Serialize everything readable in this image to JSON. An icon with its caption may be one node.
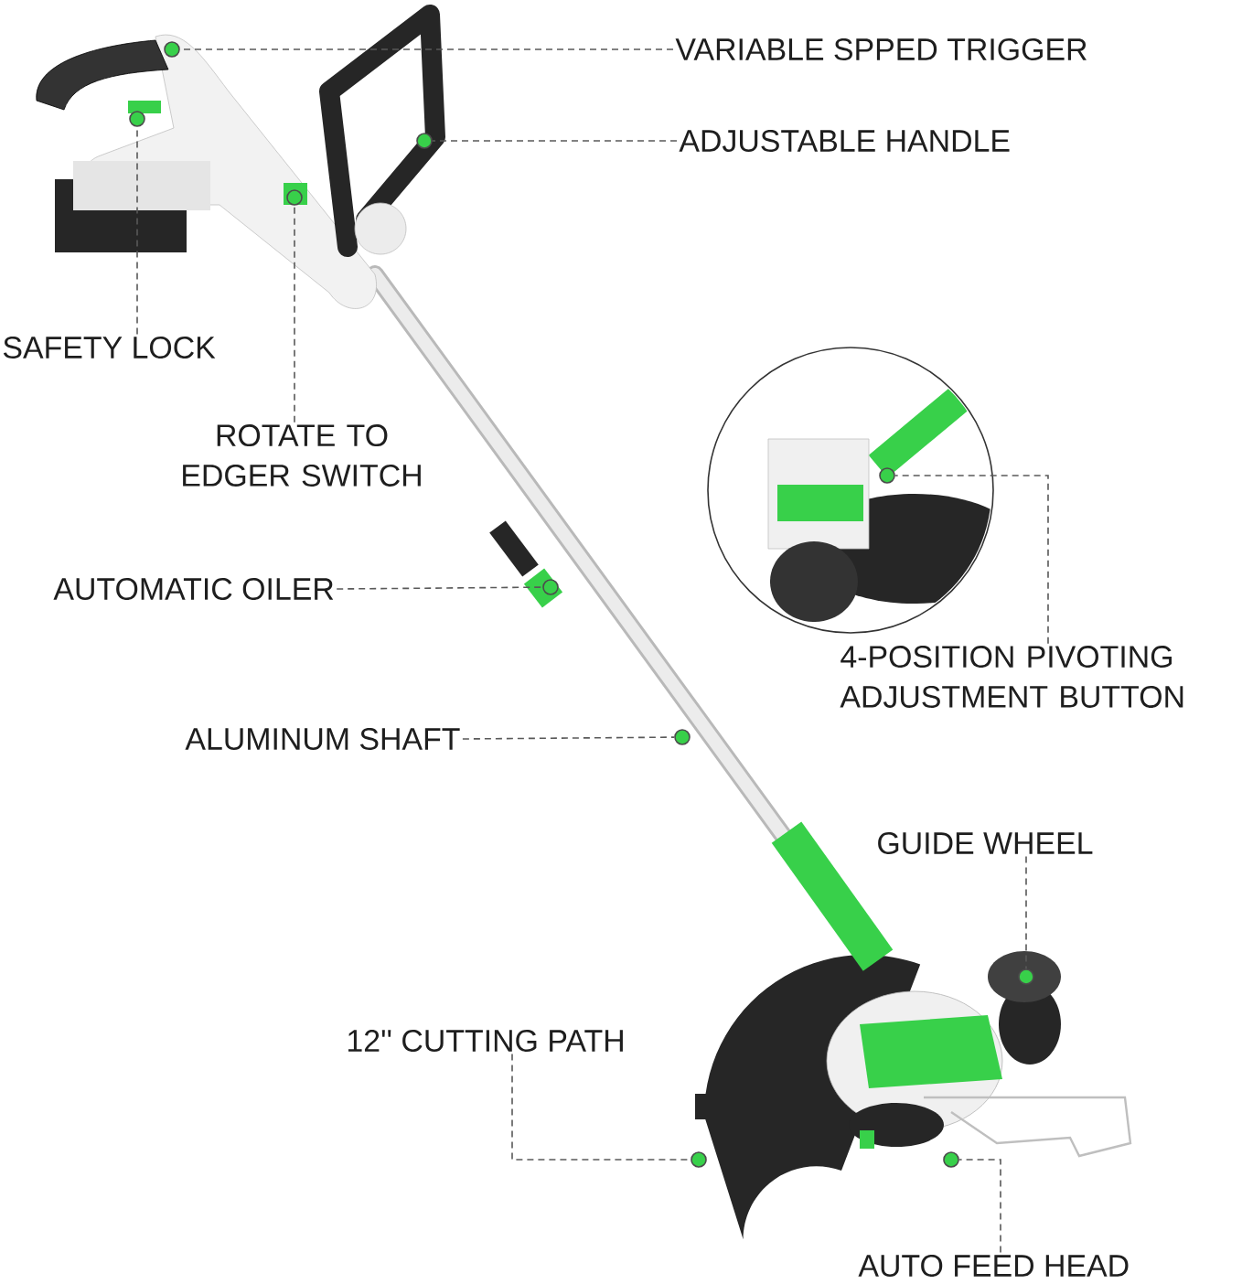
{
  "diagram": {
    "nodes": [
      {
        "text": [
          "VARIABLE SPPED TRIGGER"
        ]
      },
      {
        "text": [],
        "shape": "circle"
      },
      {
        "text": [
          "ADJUSTABLE HANDLE"
        ]
      },
      {
        "text": [],
        "shape": "circle"
      },
      {
        "text": [
          "SAFETY LOCK"
        ]
      },
      {
        "text": [],
        "shape": "circle"
      },
      {
        "text": [
          "ROTATE TO EDGER SWITCH"
        ]
      },
      {
        "text": [],
        "shape": "circle"
      },
      {
        "text": [
          "AUTOMATIC OILER"
        ]
      },
      {
        "text": [],
        "shape": "circle"
      },
      {
        "text": [
          "4-POSITION PIVOTING ADJUSTMENT BUTTON"
        ]
      },
      {
        "text": [],
        "shape": "circle"
      },
      {
        "text": [
          "ALUMINUM SHAFT"
        ]
      },
      {
        "text": [],
        "shape": "circle"
      },
      {
        "text": [
          "GUIDE WHEEL"
        ]
      },
      {
        "text": [],
        "shape": "circle"
      },
      {
        "text": [
          "12'' CUTTING PATH"
        ]
      },
      {
        "text": [],
        "shape": "circle"
      },
      {
        "text": [
          "AUTO FEED HEAD"
        ]
      },
      {
        "text": [],
        "shape": "circle"
      }
    ],
    "edges": [
      {
        "from": 0,
        "to": 1,
        "arrow": "none",
        "style": "dashed"
      },
      {
        "from": 2,
        "to": 3,
        "arrow": "none",
        "style": "dashed"
      },
      {
        "from": 4,
        "to": 5,
        "arrow": "none",
        "style": "dashed"
      },
      {
        "from": 6,
        "to": 7,
        "arrow": "none",
        "style": "dashed"
      },
      {
        "from": 8,
        "to": 9,
        "arrow": "none",
        "style": "dashed"
      },
      {
        "from": 10,
        "to": 11,
        "arrow": "none",
        "style": "dashed"
      },
      {
        "from": 12,
        "to": 13,
        "arrow": "none",
        "style": "dashed"
      },
      {
        "from": 14,
        "to": 15,
        "arrow": "none",
        "style": "dashed"
      },
      {
        "from": 16,
        "to": 17,
        "arrow": "none",
        "style": "dashed"
      },
      {
        "from": 18,
        "to": 19,
        "arrow": "none",
        "style": "dashed"
      }
    ]
  }
}
